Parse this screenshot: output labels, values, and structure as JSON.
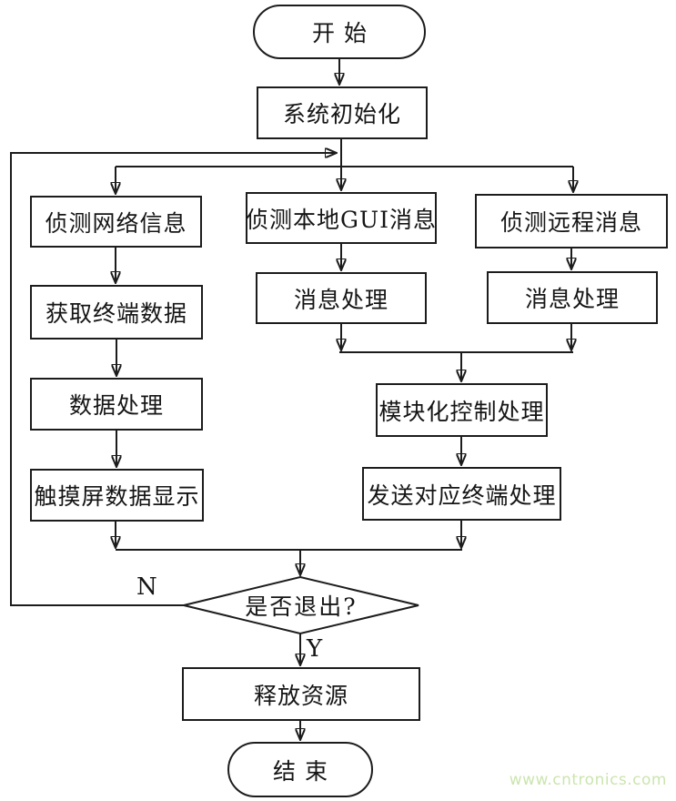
{
  "nodes": {
    "start": {
      "label": "开始",
      "type": "terminator"
    },
    "init": {
      "label": "系统初始化",
      "type": "process"
    },
    "detect_network": {
      "label": "侦测网络信息",
      "type": "process"
    },
    "get_terminal_data": {
      "label": "获取终端数据",
      "type": "process"
    },
    "data_processing": {
      "label": "数据处理",
      "type": "process"
    },
    "touchscreen_display": {
      "label": "触摸屏数据显示",
      "type": "process"
    },
    "detect_local_gui": {
      "label": "侦测本地GUI消息",
      "type": "process"
    },
    "local_msg_processing": {
      "label": "消息处理",
      "type": "process"
    },
    "detect_remote": {
      "label": "侦测远程消息",
      "type": "process"
    },
    "remote_msg_processing": {
      "label": "消息处理",
      "type": "process"
    },
    "modular_control": {
      "label": "模块化控制处理",
      "type": "process"
    },
    "send_to_terminal": {
      "label": "发送对应终端处理",
      "type": "process"
    },
    "exit_decision": {
      "label": "是否退出?",
      "type": "decision"
    },
    "release_resources": {
      "label": "释放资源",
      "type": "process"
    },
    "end": {
      "label": "结束",
      "type": "terminator"
    }
  },
  "edge_labels": {
    "no": "N",
    "yes": "Y"
  },
  "watermark": {
    "text": "www.cntronics.com",
    "color": "#cbe5ae"
  },
  "colors": {
    "line": "#1c1c1c",
    "background": "#ffffff",
    "watermark_green": "#cbe5ae"
  }
}
